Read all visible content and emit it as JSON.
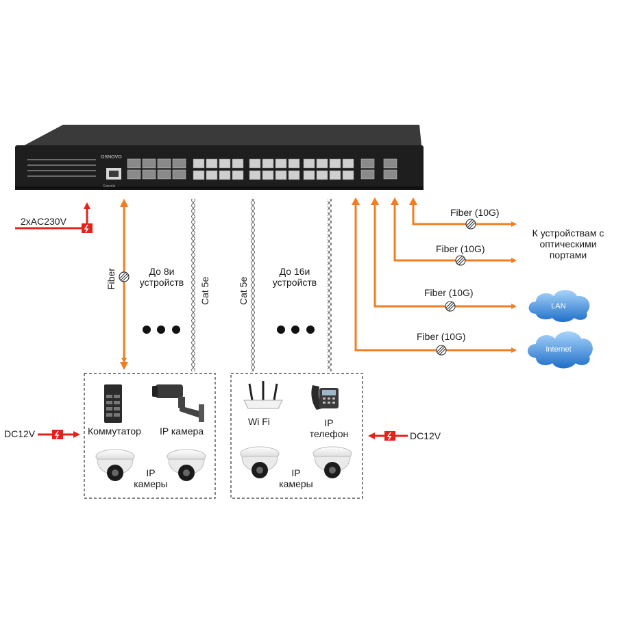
{
  "switch": {
    "brand": "OSNOVO",
    "console_label": "Console"
  },
  "power": {
    "ac": "2xAC230V",
    "dc_left": "DC12V",
    "dc_right": "DC12V"
  },
  "links": {
    "fiber_vertical": "Fiber",
    "cat_left": "Cat 5e",
    "cat_right": "Cat 5e",
    "fiber_10g_1": "Fiber (10G)",
    "fiber_10g_2": "Fiber (10G)",
    "fiber_10g_3": "Fiber (10G)",
    "fiber_10g_4": "Fiber (10G)"
  },
  "groups": {
    "left": {
      "count_line1": "До  8и",
      "count_line2": "устройств",
      "devices": {
        "switch_label": "Коммутатор",
        "ipcam_label": "IP камера",
        "dome_label_1": "IP",
        "dome_label_2": "камеры"
      }
    },
    "right": {
      "count_line1": "До 16и",
      "count_line2": "устройств",
      "devices": {
        "wifi_label": "Wi Fi",
        "phone_label_1": "IP",
        "phone_label_2": "телефон",
        "dome_label_1": "IP",
        "dome_label_2": "камеры"
      }
    }
  },
  "destinations": {
    "optical_line1": "К устройствам с",
    "optical_line2": "оптическими",
    "optical_line3": "портами",
    "lan": "LAN",
    "internet": "Internet"
  },
  "colors": {
    "fiber": "#f47c20",
    "power": "#e2231a",
    "chassis": "#1e1e1e",
    "cloud": "#2f7fd3"
  }
}
